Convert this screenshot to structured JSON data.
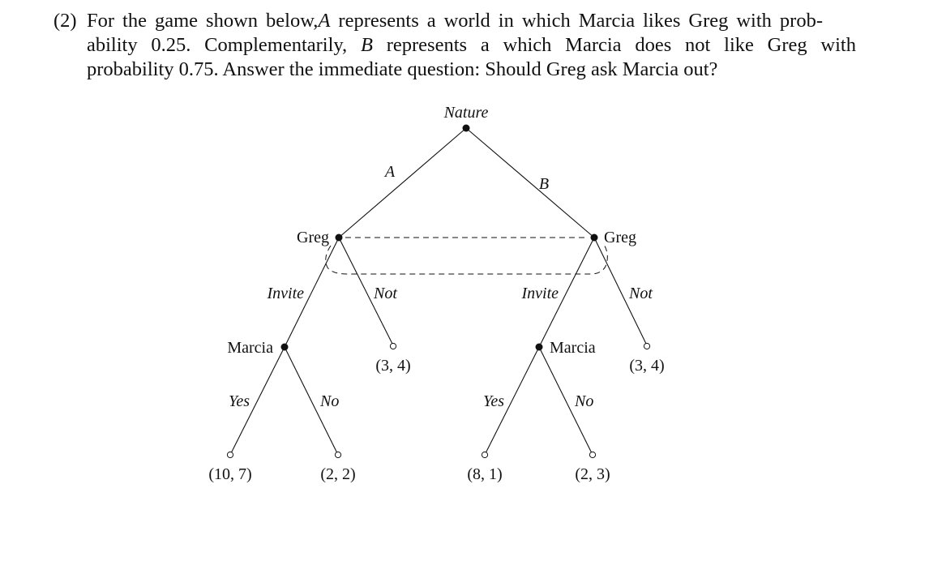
{
  "problem": {
    "number": "(2)",
    "line1_pre": "For the game shown below,",
    "line1_var": "A",
    "line1_post": " represents a world in which Marcia likes Greg with prob-",
    "line2_pre": "ability 0.25.  Complementarily, ",
    "line2_var": "B",
    "line2_post": " represents a which Marcia does not like Greg with",
    "line3": "probability 0.75. Answer the immediate question: Should Greg ask Marcia out?"
  },
  "tree": {
    "root_label": "Nature",
    "branch_a": "A",
    "branch_b": "B",
    "greg_left": "Greg",
    "greg_right": "Greg",
    "invite_left": "Invite",
    "not_left": "Not",
    "invite_right": "Invite",
    "not_right": "Not",
    "marcia_left": "Marcia",
    "marcia_right": "Marcia",
    "yes_left": "Yes",
    "no_left": "No",
    "yes_right": "Yes",
    "no_right": "No",
    "payoff_not_left": "(3, 4)",
    "payoff_not_right": "(3, 4)",
    "payoff_yes_left": "(10, 7)",
    "payoff_no_left": "(2, 2)",
    "payoff_yes_right": "(8, 1)",
    "payoff_no_right": "(2, 3)"
  }
}
